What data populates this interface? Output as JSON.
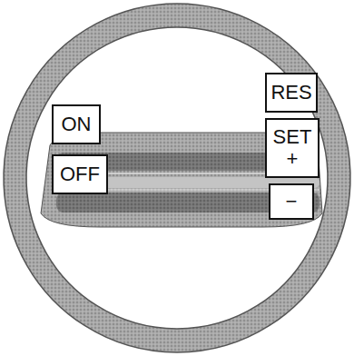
{
  "diagram": {
    "nodes": [
      {
        "text": [
          "RES"
        ]
      },
      {
        "text": [
          "ON"
        ]
      },
      {
        "text": [
          "SET +"
        ]
      },
      {
        "text": [
          "OFF"
        ]
      },
      {
        "text": [
          "−"
        ]
      }
    ]
  }
}
